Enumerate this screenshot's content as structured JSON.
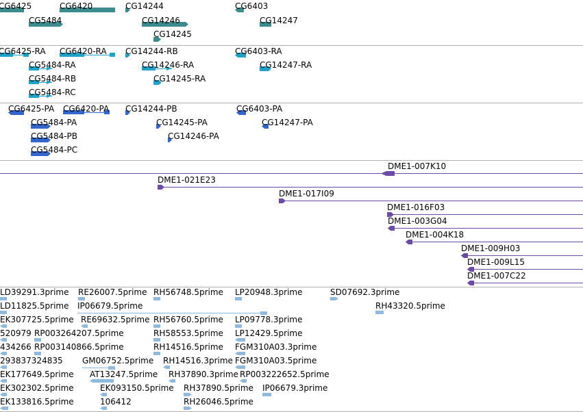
{
  "colors": {
    "genes": "#3b8b8f",
    "transcripts": "#1ea3c9",
    "proteins": "#3366cc",
    "bac_clones": "#6c4ba8",
    "ests": "#8fbadf",
    "separator": "#b0b0b0"
  },
  "tracks": [
    {
      "id": "genes",
      "features": [
        {
          "label": "CG6425",
          "strand": "none"
        },
        {
          "label": "CG6420",
          "strand": "none"
        },
        {
          "label": "CG14244",
          "strand": "plus"
        },
        {
          "label": "CG6403",
          "strand": "minus"
        },
        {
          "label": "CG5484",
          "strand": "plus"
        },
        {
          "label": "CG14246",
          "strand": "plus"
        },
        {
          "label": "CG14247",
          "strand": "none"
        },
        {
          "label": "CG14245",
          "strand": "plus"
        }
      ]
    },
    {
      "id": "transcripts",
      "features": [
        {
          "label": "CG6425-RA",
          "strand": "minus"
        },
        {
          "label": "CG6420-RA",
          "strand": "minus"
        },
        {
          "label": "CG14244-RB",
          "strand": "plus"
        },
        {
          "label": "CG6403-RA",
          "strand": "minus"
        },
        {
          "label": "CG5484-RA",
          "strand": "plus"
        },
        {
          "label": "CG14246-RA",
          "strand": "plus"
        },
        {
          "label": "CG14247-RA",
          "strand": "plus"
        },
        {
          "label": "CG5484-RB",
          "strand": "plus"
        },
        {
          "label": "CG14245-RA",
          "strand": "plus"
        },
        {
          "label": "CG5484-RC",
          "strand": "plus"
        }
      ]
    },
    {
      "id": "proteins",
      "features": [
        {
          "label": "CG6425-PA",
          "strand": "minus"
        },
        {
          "label": "CG6420-PA",
          "strand": "minus"
        },
        {
          "label": "CG14244-PB",
          "strand": "plus"
        },
        {
          "label": "CG6403-PA",
          "strand": "minus"
        },
        {
          "label": "CG5484-PA",
          "strand": "plus"
        },
        {
          "label": "CG14245-PA",
          "strand": "plus"
        },
        {
          "label": "CG14247-PA",
          "strand": "minus"
        },
        {
          "label": "CG5484-PB",
          "strand": "plus"
        },
        {
          "label": "CG14246-PA",
          "strand": "plus"
        },
        {
          "label": "CG5484-PC",
          "strand": "plus"
        }
      ]
    },
    {
      "id": "bac_clones",
      "features": [
        {
          "label": "DME1-007K10",
          "strand": "minus"
        },
        {
          "label": "DME1-021E23",
          "strand": "plus"
        },
        {
          "label": "DME1-017I09",
          "strand": "plus"
        },
        {
          "label": "DME1-016F03",
          "strand": "plus"
        },
        {
          "label": "DME1-003G04",
          "strand": "minus"
        },
        {
          "label": "DME1-004K18",
          "strand": "minus"
        },
        {
          "label": "DME1-009H03",
          "strand": "minus"
        },
        {
          "label": "DME1-009L15",
          "strand": "minus"
        },
        {
          "label": "DME1-007C22",
          "strand": "minus"
        }
      ]
    },
    {
      "id": "ests",
      "features": [
        {
          "label": "LD39291.3prime",
          "strand": "none"
        },
        {
          "label": "RE26007.5prime",
          "strand": "none"
        },
        {
          "label": "RH56748.5prime",
          "strand": "none"
        },
        {
          "label": "LP20948.3prime",
          "strand": "none"
        },
        {
          "label": "SD07692.3prime",
          "strand": "plus"
        },
        {
          "label": "LD11825.5prime",
          "strand": "none"
        },
        {
          "label": "IP06679.5prime",
          "strand": "minus"
        },
        {
          "label": "RH43320.5prime",
          "strand": "none"
        },
        {
          "label": "EK307725.5prime",
          "strand": "minus"
        },
        {
          "label": "RE69632.5prime",
          "strand": "minus"
        },
        {
          "label": "RH56760.5prime",
          "strand": "none"
        },
        {
          "label": "LP09778.3prime",
          "strand": "none"
        },
        {
          "label": "520979",
          "strand": "minus"
        },
        {
          "label": "RP003264207.5prime",
          "strand": "none"
        },
        {
          "label": "RH58553.5prime",
          "strand": "none"
        },
        {
          "label": "LP12429.5prime",
          "strand": "minus"
        },
        {
          "label": "434266",
          "strand": "minus"
        },
        {
          "label": "RP003140866.5prime",
          "strand": "none"
        },
        {
          "label": "RH14516.5prime",
          "strand": "none"
        },
        {
          "label": "FGM310A03.3prime",
          "strand": "minus"
        },
        {
          "label": "293837324835",
          "strand": "minus"
        },
        {
          "label": "GM06752.5prime",
          "strand": "minus"
        },
        {
          "label": "RH14516.3prime",
          "strand": "minus"
        },
        {
          "label": "FGM310A03.5prime",
          "strand": "minus"
        },
        {
          "label": "EK177649.5prime",
          "strand": "minus"
        },
        {
          "label": "AT13247.5prime",
          "strand": "minus"
        },
        {
          "label": "RH37890.3prime",
          "strand": "minus"
        },
        {
          "label": "RP003222652.5prime",
          "strand": "minus"
        },
        {
          "label": "EK302302.5prime",
          "strand": "minus"
        },
        {
          "label": "EK093150.5prime",
          "strand": "minus"
        },
        {
          "label": "RH37890.5prime",
          "strand": "plus"
        },
        {
          "label": "IP06679.3prime",
          "strand": "none"
        },
        {
          "label": "EK133816.5prime",
          "strand": "minus"
        },
        {
          "label": "106412",
          "strand": "minus"
        },
        {
          "label": "RH26046.5prime",
          "strand": "plus"
        }
      ]
    }
  ]
}
